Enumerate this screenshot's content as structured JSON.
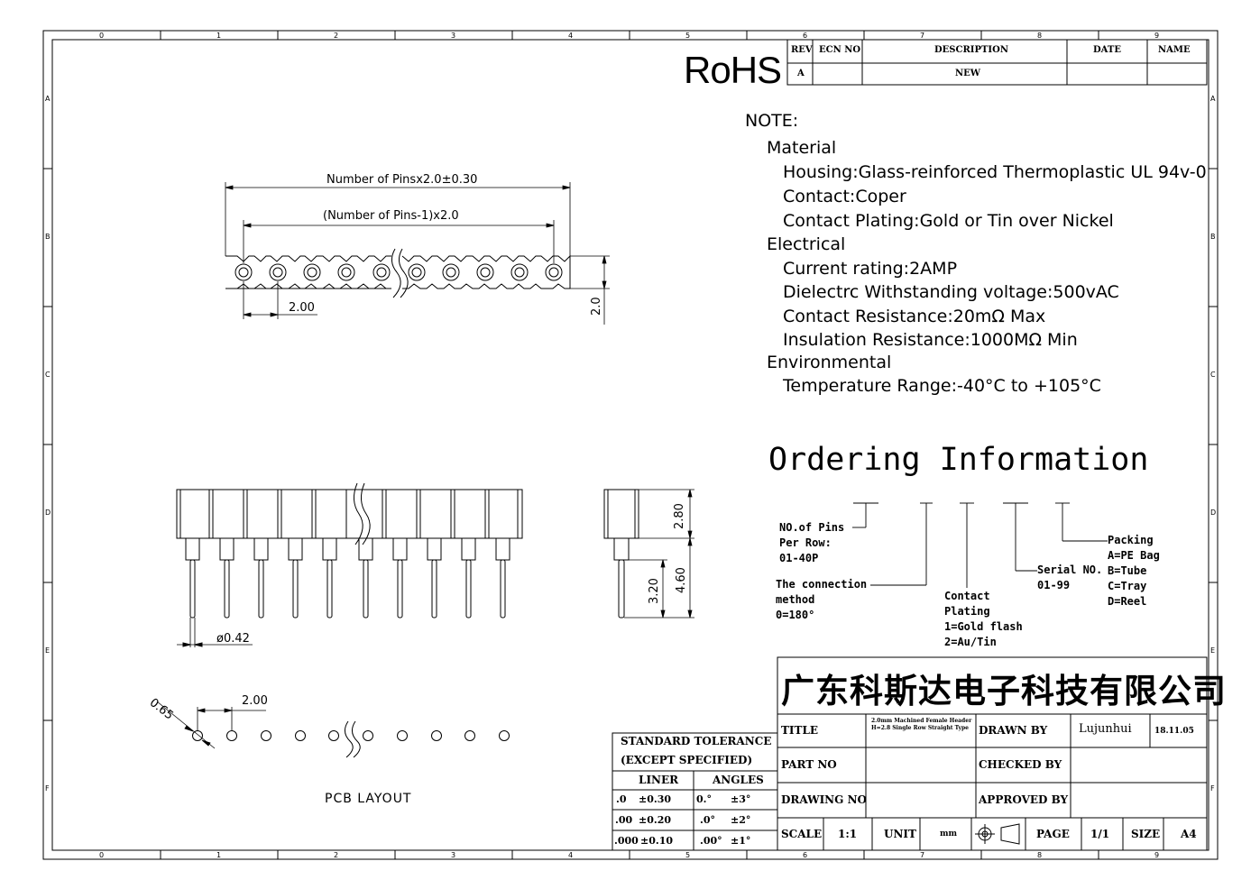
{
  "header": {
    "rohs": "RoHS",
    "rev_table": {
      "headers": [
        "REV",
        "ECN NO",
        "DESCRIPTION",
        "DATE",
        "NAME"
      ],
      "row": [
        "A",
        "",
        "NEW",
        "",
        ""
      ]
    }
  },
  "notes": {
    "title": "NOTE:",
    "material": "Material",
    "housing": "Housing:Glass-reinforced Thermoplastic UL 94v-0",
    "contact": "Contact:Coper",
    "plating": "Contact Plating:Gold or Tin over Nickel",
    "electrical": "Electrical",
    "current": "Current rating:2AMP",
    "dielectric": "Dielectrc Withstanding voltage:500vAC",
    "resistance": "Contact Resistance:20mΩ Max",
    "insulation": "Insulation Resistance:1000MΩ Min",
    "environmental": "Environmental",
    "temperature": "Temperature Range:-40°C to +105°C"
  },
  "ordering": {
    "title": "Ordering Information",
    "pins": [
      "NO.of Pins",
      "Per Row:",
      "01-40P"
    ],
    "connection": [
      "The connection",
      "method",
      "0=180°"
    ],
    "contact": [
      "Contact",
      "Plating",
      "1=Gold flash",
      "2=Au/Tin"
    ],
    "serial": [
      "Serial NO.",
      "01-99"
    ],
    "packing": [
      "Packing",
      "A=PE Bag",
      "B=Tube",
      "C=Tray",
      "D=Reel"
    ]
  },
  "dimensions": {
    "overall": "Number of Pinsx2.0±0.30",
    "pitch_total": "(Number of Pins-1)x2.0",
    "pitch": "2.00",
    "height": "2.0",
    "housing_h": "2.80",
    "pin_len": "3.20",
    "total_len": "4.60",
    "pin_dia": "ø0.42",
    "pcb_hole": "0.65",
    "pcb_pitch": "2.00",
    "pcb_caption": "PCB LAYOUT"
  },
  "tolerance": {
    "title1": "STANDARD TOLERANCE",
    "title2": "(EXCEPT SPECIFIED)",
    "liner": "LINER",
    "angles": "ANGLES",
    "rows": [
      [
        ".0",
        "±0.30",
        "0.°",
        "±3°"
      ],
      [
        ".00",
        "±0.20",
        ".0°",
        "±2°"
      ],
      [
        ".000",
        "±0.10",
        ".00°",
        "±1°"
      ]
    ]
  },
  "title_block": {
    "company": "广东科斯达电子科技有限公司",
    "title_label": "TITLE",
    "title_value": [
      "2.0mm Machined Female Header",
      "H=2.8 Single Row Straight Type"
    ],
    "drawn_by_label": "DRAWN BY",
    "drawn_by": "Lujunhui",
    "date": "18.11.05",
    "part_no_label": "PART NO",
    "checked_by_label": "CHECKED BY",
    "drawing_no_label": "DRAWING NO",
    "approved_by_label": "APPROVED BY",
    "scale_label": "SCALE",
    "scale": "1:1",
    "unit_label": "UNIT",
    "unit": "mm",
    "page_label": "PAGE",
    "page": "1/1",
    "size_label": "SIZE",
    "size": "A4"
  },
  "grid": {
    "cols": [
      "0",
      "1",
      "2",
      "3",
      "4",
      "5",
      "6",
      "7",
      "8",
      "9"
    ],
    "rows": [
      "A",
      "B",
      "C",
      "D",
      "E",
      "F"
    ]
  }
}
